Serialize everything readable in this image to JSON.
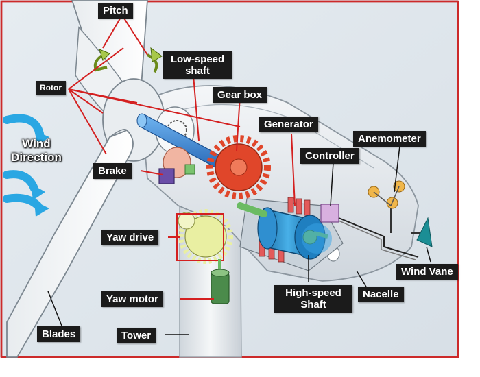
{
  "labels": {
    "pitch": "Pitch",
    "low_speed_shaft_line1": "Low-speed",
    "low_speed_shaft_line2": "shaft",
    "rotor": "Rotor",
    "gear_box": "Gear box",
    "generator": "Generator",
    "anemometer": "Anemometer",
    "controller": "Controller",
    "wind_direction_line1": "Wind",
    "wind_direction_line2": "Direction",
    "brake": "Brake",
    "yaw_drive": "Yaw drive",
    "wind_vane": "Wind Vane",
    "high_speed_shaft_line1": "High-speed",
    "high_speed_shaft_line2": "Shaft",
    "nacelle": "Nacelle",
    "yaw_motor": "Yaw motor",
    "blades": "Blades",
    "tower": "Tower"
  },
  "colors": {
    "background": "#dfe6ec",
    "frame_border": "#cc2a2a",
    "leader_red": "#d42020",
    "leader_black": "#111111",
    "label_bg": "#1b1b1b",
    "wind_arrow": "#2aa7e3",
    "low_speed_shaft": "#2f7fd6",
    "gear": "#e0462a",
    "generator": "#2a8fd0",
    "hub_green": "#6bbb63",
    "brake": "#6b4ea8",
    "controller": "#d8b0e0",
    "anemometer": "#f0b64a",
    "wind_vane": "#1b8e95",
    "yaw_gear": "#e9efa2",
    "yaw_motor": "#4b8b4b"
  },
  "icons": {
    "pitch": "curved-arrow-icon",
    "wind": "wind-arrows-icon"
  }
}
